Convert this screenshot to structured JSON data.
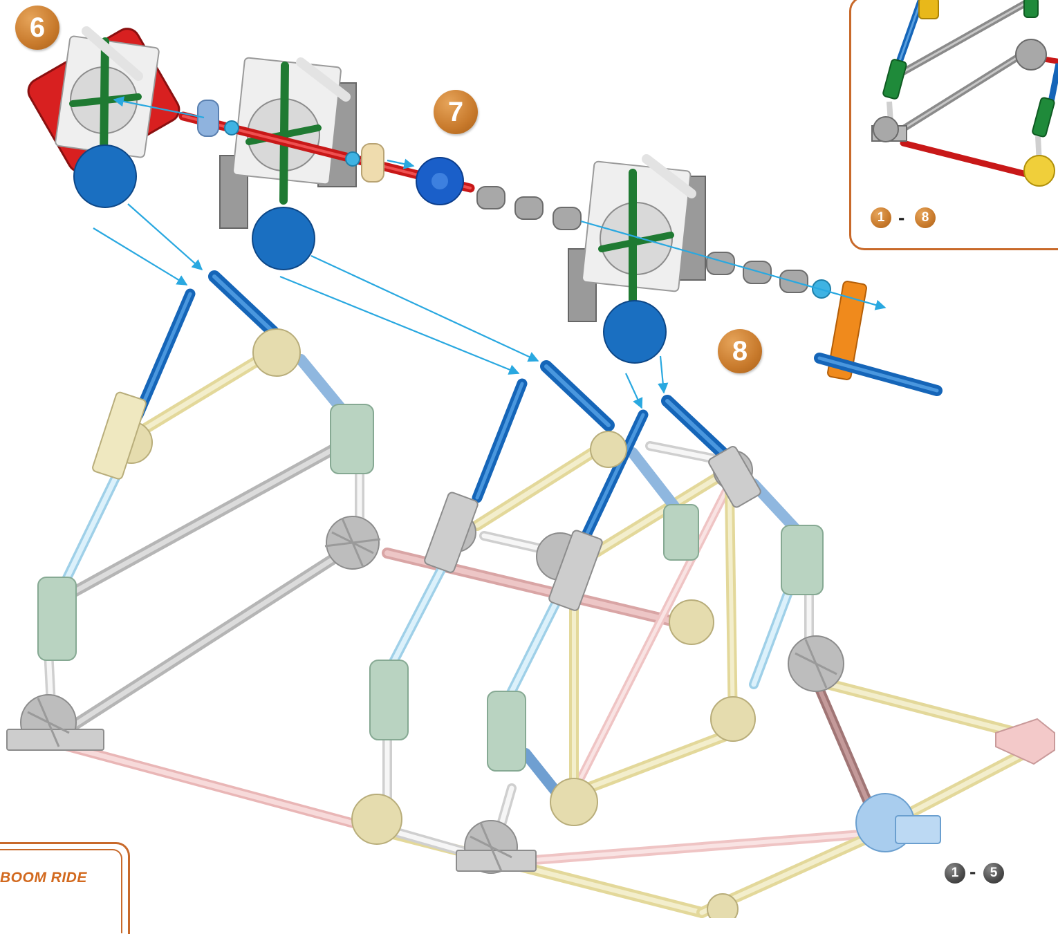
{
  "steps": {
    "six": "6",
    "seven": "7",
    "eight": "8"
  },
  "inset": {
    "range_start": "1",
    "range_sep": "-",
    "range_end": "8"
  },
  "bottom_range": {
    "start": "1",
    "sep": "-",
    "end": "5"
  },
  "footer": {
    "title": "BOOM RIDE"
  },
  "colors": {
    "accent": "#c8692a",
    "badge": "#c87a2c",
    "dark_badge": "#4a4a4a",
    "arrow": "#29a8e0",
    "rod_blue": "#1a6fc1",
    "rod_red": "#d42020",
    "rod_yellow": "#efe8b8",
    "rod_pink": "#f2c8c8",
    "rod_grey": "#c8c8c8",
    "connector_grey": "#b9b9b9",
    "connector_green": "#b9d3c1",
    "connector_blue": "#a9cdee",
    "crank_orange": "#f08a1c"
  }
}
